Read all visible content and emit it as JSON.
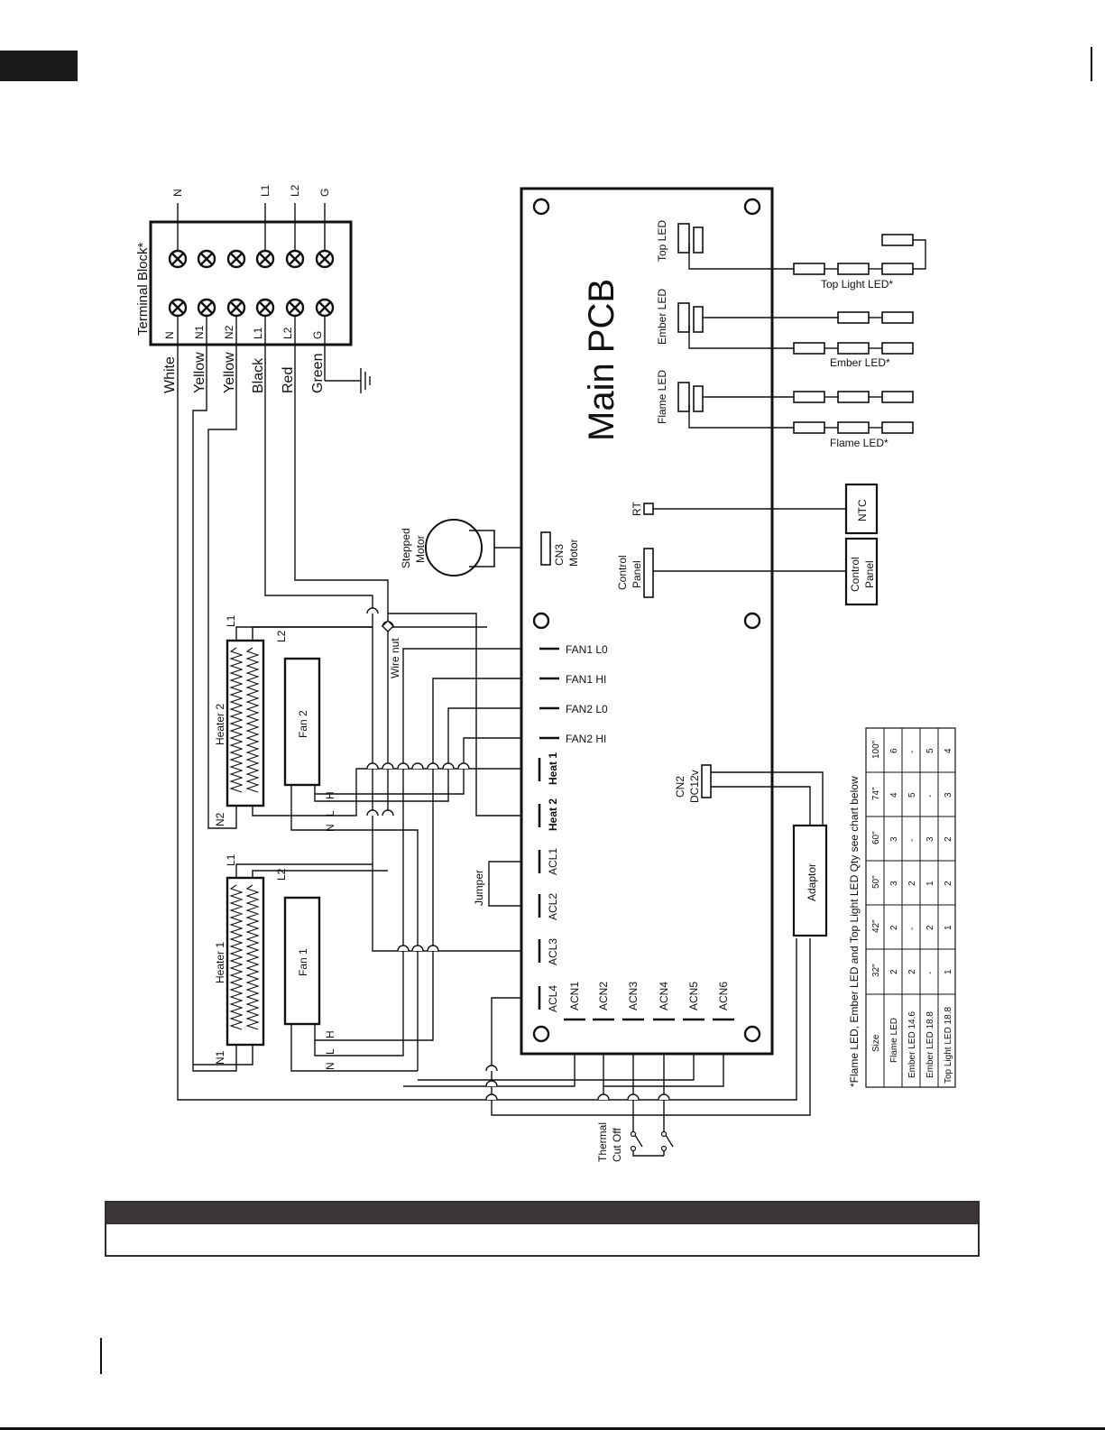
{
  "terminal_block": {
    "title": "Terminal Block*",
    "top_labels": [
      "N",
      "L1",
      "L2",
      "G"
    ],
    "terminal_labels": [
      "N",
      "N1",
      "N2",
      "L1",
      "L2",
      "G"
    ],
    "wire_colors": [
      "White",
      "Yellow",
      "Yellow",
      "Black",
      "Red",
      "Green"
    ]
  },
  "pcb": {
    "title": "Main PCB",
    "led_connectors": [
      "Top LED",
      "Ember LED",
      "Flame LED"
    ],
    "led_strings": [
      "Top Light LED*",
      "Ember LED*",
      "Flame LED*"
    ],
    "rt_label": "RT",
    "ntc_label": "NTC",
    "control_panel_connector": [
      "Control",
      "Panel"
    ],
    "control_panel_box": [
      "Control",
      "Panel"
    ],
    "motor_connector": [
      "CN3",
      "Motor"
    ],
    "motor_label": [
      "Stepped",
      "Motor"
    ],
    "cn2_label": [
      "CN2",
      "DC12v"
    ],
    "adaptor_label": "Adaptor",
    "fan_terminals": [
      "FAN1 L0",
      "FAN1 HI",
      "FAN2 L0",
      "FAN2 HI"
    ],
    "heat_terminals": [
      "Heat 1",
      "Heat 2"
    ],
    "acl_terminals": [
      "ACL1",
      "ACL2",
      "ACL3",
      "ACL4"
    ],
    "acn_terminals": [
      "ACN1",
      "ACN2",
      "ACN3",
      "ACN4",
      "ACN5",
      "ACN6"
    ],
    "jumper_label": "Jumper"
  },
  "components": {
    "heater2": "Heater 2",
    "heater1": "Heater 1",
    "fan2": "Fan 2",
    "fan1": "Fan 1",
    "heater2_leads": [
      "L1",
      "L2",
      "N2"
    ],
    "heater1_leads": [
      "L1",
      "L2",
      "N1"
    ],
    "fan_leads": [
      "H",
      "L",
      "N"
    ],
    "wire_nut": "Wire nut",
    "thermal": [
      "Thermal",
      "Cut Off"
    ]
  },
  "qty_table": {
    "caption": "*Flame LED, Ember LED and Top Light LED Qty see chart below",
    "headers": [
      "Size",
      "32\"",
      "42\"",
      "50\"",
      "60\"",
      "74\"",
      "100\""
    ],
    "rows": [
      [
        "Flame LED",
        "2",
        "2",
        "3",
        "3",
        "4",
        "6"
      ],
      [
        "Ember LED 14.6",
        "2",
        "-",
        "2",
        "-",
        "5",
        "-"
      ],
      [
        "Ember LED 18.8",
        "-",
        "2",
        "1",
        "3",
        "-",
        "5"
      ],
      [
        "Top Light LED 18.8",
        "1",
        "1",
        "2",
        "2",
        "3",
        "4"
      ]
    ]
  }
}
